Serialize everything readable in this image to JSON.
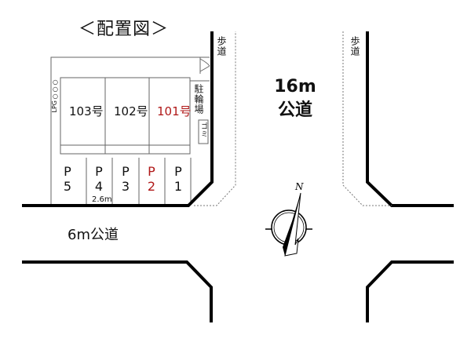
{
  "title": "＜配置図＞",
  "units": [
    {
      "label": "103号",
      "highlight": false
    },
    {
      "label": "102号",
      "highlight": false
    },
    {
      "label": "101号",
      "highlight": true
    }
  ],
  "parking": [
    {
      "label": "P",
      "number": "5",
      "highlight": false
    },
    {
      "label": "P",
      "number": "4",
      "highlight": false
    },
    {
      "label": "P",
      "number": "3",
      "highlight": false
    },
    {
      "label": "P",
      "number": "2",
      "highlight": true
    },
    {
      "label": "P",
      "number": "1",
      "highlight": false
    }
  ],
  "parking_width": "2.6m",
  "facilities": {
    "bicycle_parking": "駐輪場",
    "garbage": "ゴミ",
    "lpg_tanks": "○○○",
    "lpg_label": "LPG"
  },
  "roads": {
    "main_road": {
      "width": "16m",
      "type": "公道"
    },
    "side_road": {
      "label": "6m公道"
    },
    "sidewalk_left": "歩道",
    "sidewalk_right": "歩道"
  },
  "compass": {
    "north_label": "N"
  },
  "colors": {
    "highlight": "#b01818",
    "line": "#000000",
    "thin_line": "#555555"
  }
}
